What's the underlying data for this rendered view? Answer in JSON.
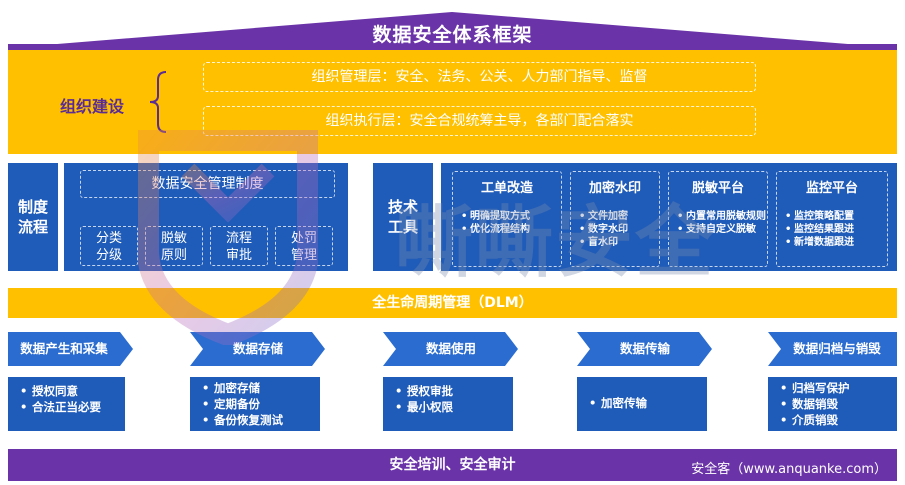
{
  "title": "数据安全体系框架",
  "organization": {
    "label": "组织建设",
    "management_layer": "组织管理层：安全、法务、公关、人力部门指导、监督",
    "execution_layer": "组织执行层：安全合规统筹主导，各部门配合落实"
  },
  "management_system": {
    "side_label_line1": "制度",
    "side_label_line2": "流程",
    "title": "数据安全管理制度",
    "items": [
      {
        "line1": "分类",
        "line2": "分级"
      },
      {
        "line1": "脱敏",
        "line2": "原则"
      },
      {
        "line1": "流程",
        "line2": "审批"
      },
      {
        "line1": "处罚",
        "line2": "管理"
      }
    ]
  },
  "technical_tools": {
    "side_label_line1": "技术",
    "side_label_line2": "工具",
    "tools": [
      {
        "title": "工单改造",
        "points": [
          "明确提取方式",
          "优化流程结构"
        ]
      },
      {
        "title": "加密水印",
        "points": [
          "文件加密",
          "数字水印",
          "盲水印"
        ]
      },
      {
        "title": "脱敏平台",
        "points": [
          "内置常用脱敏规则",
          "支持自定义脱敏"
        ]
      },
      {
        "title": "监控平台",
        "points": [
          "监控策略配置",
          "监控结果跟进",
          "新增数据跟进"
        ]
      }
    ]
  },
  "dlm": "全生命周期管理（DLM）",
  "stages": [
    {
      "label": "数据产生和采集",
      "points": [
        "授权同意",
        "合法正当必要"
      ]
    },
    {
      "label": "数据存储",
      "points": [
        "加密存储",
        "定期备份",
        "备份恢复测试"
      ]
    },
    {
      "label": "数据使用",
      "points": [
        "授权审批",
        "最小权限"
      ]
    },
    {
      "label": "数据传输",
      "points": [
        "加密传输"
      ]
    },
    {
      "label": "数据归档与销毁",
      "points": [
        "归档写保护",
        "数据销毁",
        "介质销毁"
      ]
    }
  ],
  "bottom": {
    "title": "安全培训、安全审计",
    "credit": "安全客（www.anquanke.com）"
  },
  "watermark": "嘶嘶安全",
  "colors": {
    "purple": "#6A33A8",
    "gold": "#FFC000",
    "blue": "#1F5BB8",
    "chevron": "#2A6CD0"
  }
}
